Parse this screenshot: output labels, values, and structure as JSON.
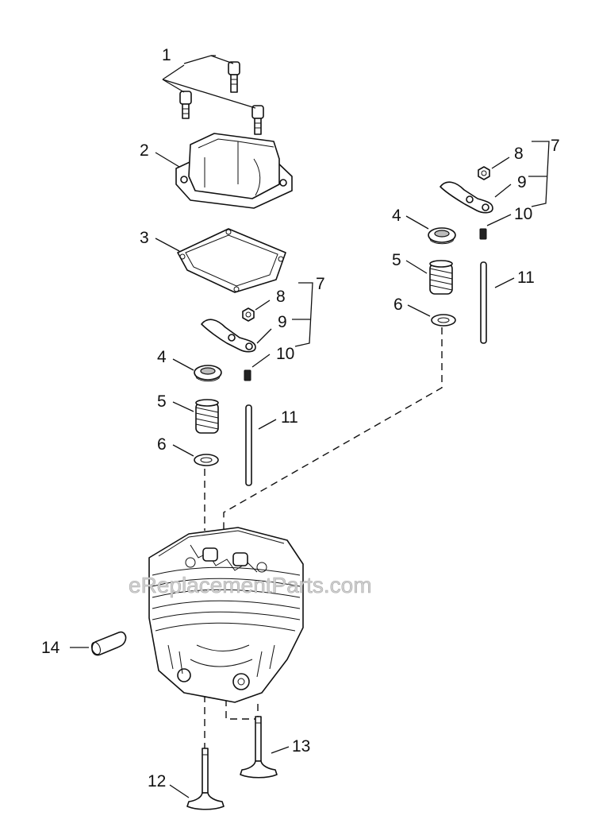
{
  "watermark": "eReplacementParts.com",
  "callouts": {
    "c1": "1",
    "c2": "2",
    "c3": "3",
    "c4a": "4",
    "c5a": "5",
    "c6a": "6",
    "c7a": "7",
    "c8a": "8",
    "c9a": "9",
    "c10a": "10",
    "c11a": "11",
    "c4b": "4",
    "c5b": "5",
    "c6b": "6",
    "c7b": "7",
    "c8b": "8",
    "c9b": "9",
    "c10b": "10",
    "c11b": "11",
    "c12": "12",
    "c13": "13",
    "c14": "14"
  }
}
